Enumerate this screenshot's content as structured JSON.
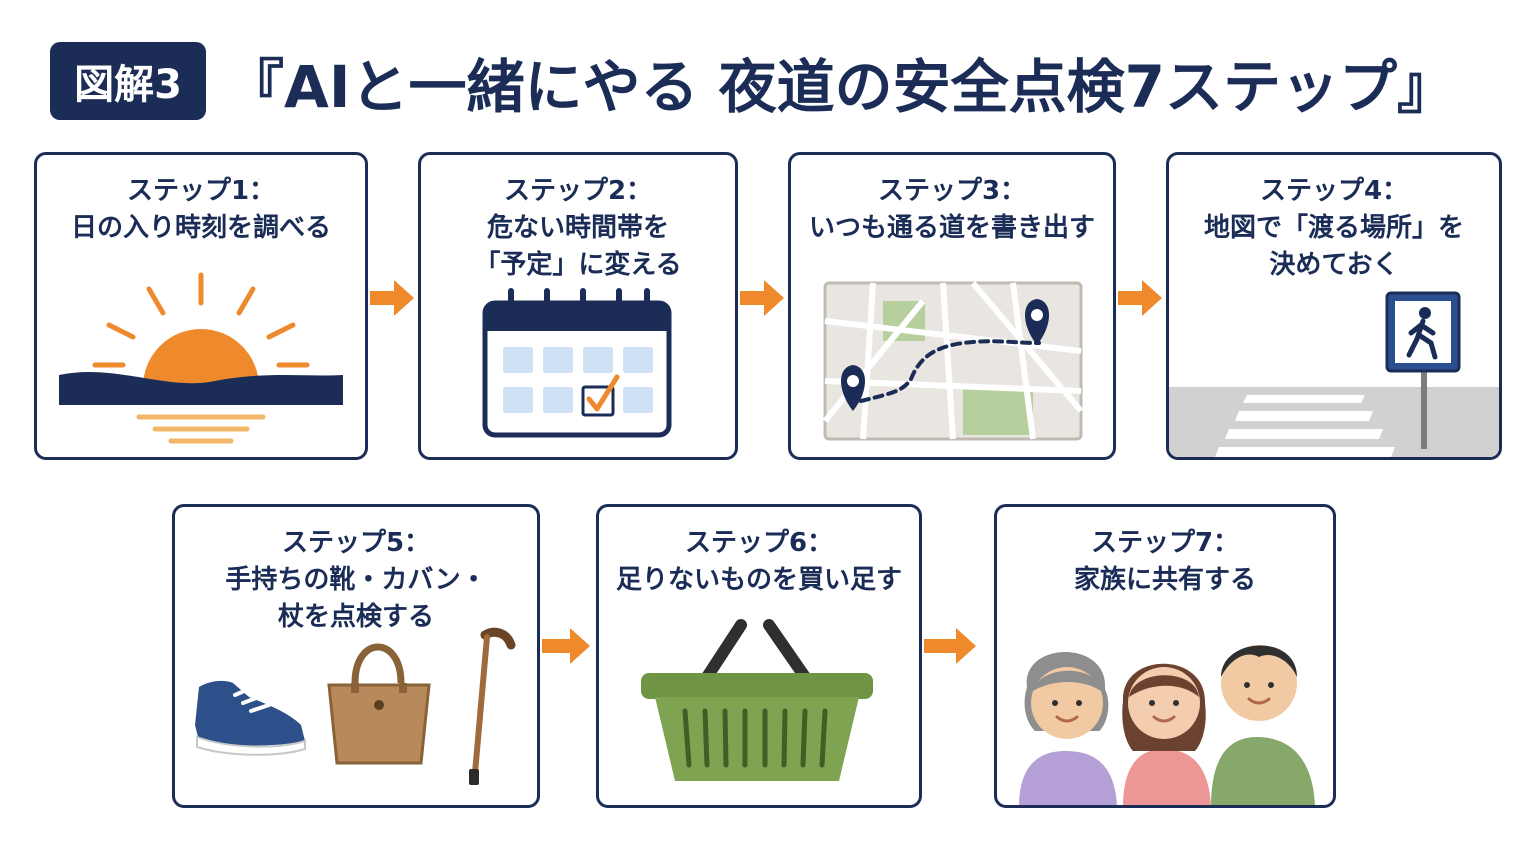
{
  "header": {
    "badge": "図解3",
    "title": "『AIと一緒にやる 夜道の安全点検7ステップ』"
  },
  "steps": [
    {
      "label": "ステップ1：",
      "lines": [
        "日の入り時刻を調べる"
      ],
      "icon": "sunset-icon"
    },
    {
      "label": "ステップ2：",
      "lines": [
        "危ない時間帯を",
        "「予定」に変える"
      ],
      "icon": "calendar-icon"
    },
    {
      "label": "ステップ3：",
      "lines": [
        "いつも通る道を書き出す"
      ],
      "icon": "map-route-icon"
    },
    {
      "label": "ステップ4：",
      "lines": [
        "地図で「渡る場所」を",
        "決めておく"
      ],
      "icon": "crosswalk-icon"
    },
    {
      "label": "ステップ5：",
      "lines": [
        "手持ちの靴・カバン・",
        "杖を点検する"
      ],
      "icon": "shoe-bag-cane-icon"
    },
    {
      "label": "ステップ6：",
      "lines": [
        "足りないものを買い足す"
      ],
      "icon": "shopping-basket-icon"
    },
    {
      "label": "ステップ7：",
      "lines": [
        "家族に共有する"
      ],
      "icon": "family-icon"
    }
  ],
  "colors": {
    "navy": "#1b2d57",
    "accent_orange": "#ee8a2c",
    "calendar_blue": "#cfe1f5",
    "basket_green": "#6f9444"
  }
}
